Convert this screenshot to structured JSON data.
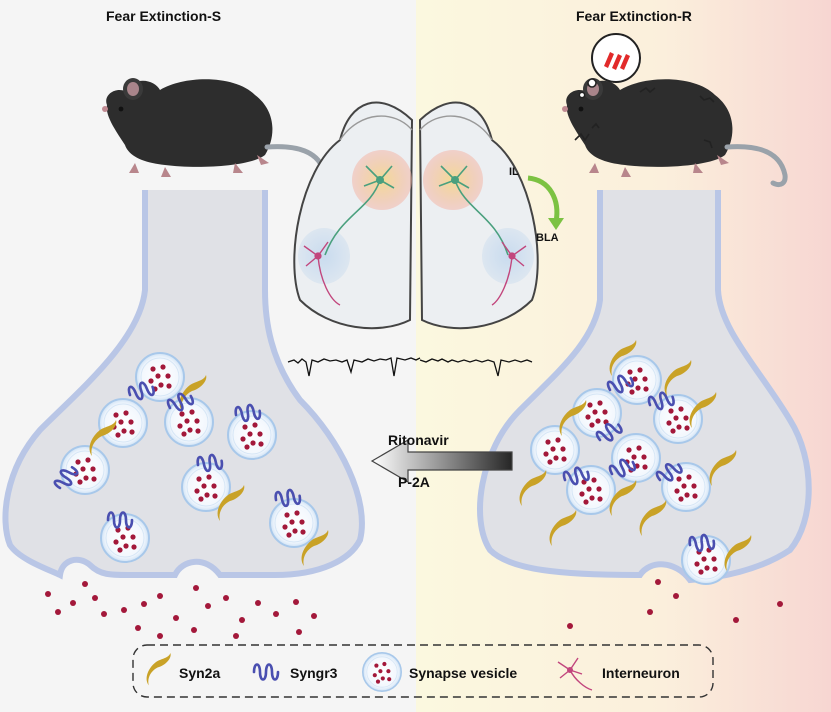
{
  "titles": {
    "left": "Fear Extinction-S",
    "right": "Fear Extinction-R"
  },
  "brain": {
    "region_il": "IL",
    "region_bla": "BLA"
  },
  "treatment": {
    "drug": "Ritonavir",
    "target": "P-2A"
  },
  "legend": {
    "syn2a": "Syn2a",
    "syngr3": "Syngr3",
    "vesicle": "Synapse vesicle",
    "interneuron": "Interneuron"
  },
  "colors": {
    "syn2a": "#c9a227",
    "syngr3": "#4a4fb0",
    "vesicle_dot": "#a3183a",
    "membrane": "#b9c6e6",
    "terminal_fill": "#dfe0e6",
    "arrow_green": "#7cc242"
  }
}
